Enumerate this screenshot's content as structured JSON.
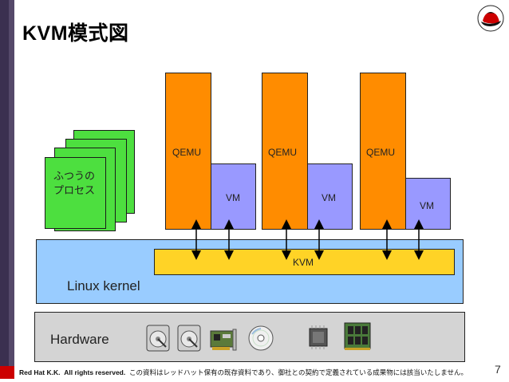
{
  "slide": {
    "title": "KVM模式図",
    "page_number": "7"
  },
  "processes": {
    "label": "ふつうの\nプロセス"
  },
  "vms": [
    {
      "qemu_label": "QEMU",
      "vm_label": "VM"
    },
    {
      "qemu_label": "QEMU",
      "vm_label": "VM"
    },
    {
      "qemu_label": "QEMU",
      "vm_label": "VM"
    }
  ],
  "kernel": {
    "label": "Linux kernel",
    "kvm_label": "KVM"
  },
  "hardware": {
    "label": "Hardware",
    "icons": [
      "hard-disk-icon",
      "hard-disk-icon",
      "network-card-icon",
      "cd-disc-icon",
      "cpu-chip-icon",
      "memory-module-icon"
    ]
  },
  "footer": {
    "company": "Red Hat K.K.",
    "rights": "All rights reserved.",
    "notice": "この資料はレッドハット保有の既存資料であり、御社との契約で定義されている成果物には該当いたしません。"
  },
  "colors": {
    "process": "#4ddf3f",
    "qemu": "#ff8c00",
    "vm": "#9999ff",
    "kernel": "#99ccff",
    "kvm": "#ffd326",
    "hardware": "#d4d4d4",
    "redhat": "#cc0000"
  }
}
